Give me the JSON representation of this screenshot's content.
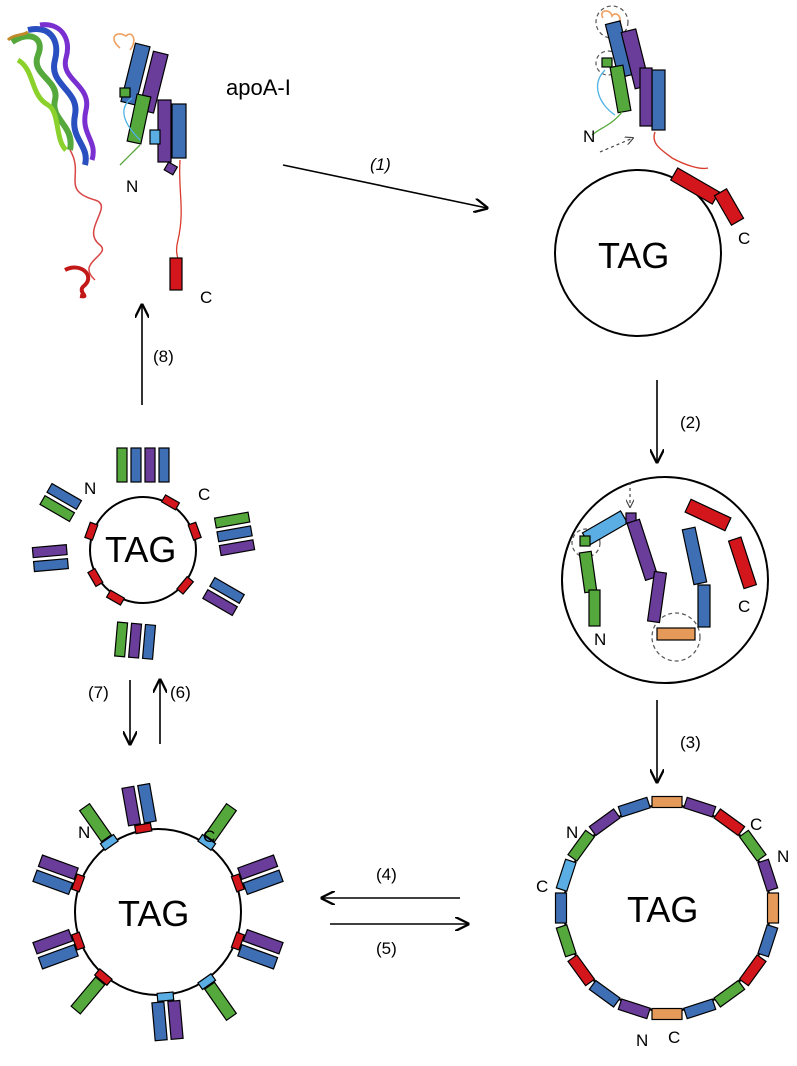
{
  "labels": {
    "protein": "apoA-I",
    "core": "TAG",
    "n_term": "N",
    "c_term": "C"
  },
  "steps": [
    "(1)",
    "(2)",
    "(3)",
    "(4)",
    "(5)",
    "(6)",
    "(7)",
    "(8)"
  ],
  "colors": {
    "helix_purple": "#6a3d9a",
    "helix_blue": "#3e6fb5",
    "helix_green": "#55a83c",
    "helix_lightblue": "#5aaee3",
    "helix_red": "#d2161b",
    "helix_orange": "#e69a5a",
    "loop_orange": "#f0a060",
    "linker_red": "#d93a2b"
  },
  "icons": [
    "ribbon-structure-icon",
    "arrow-icon",
    "dashed-arrow-icon",
    "dashed-circle-icon"
  ]
}
